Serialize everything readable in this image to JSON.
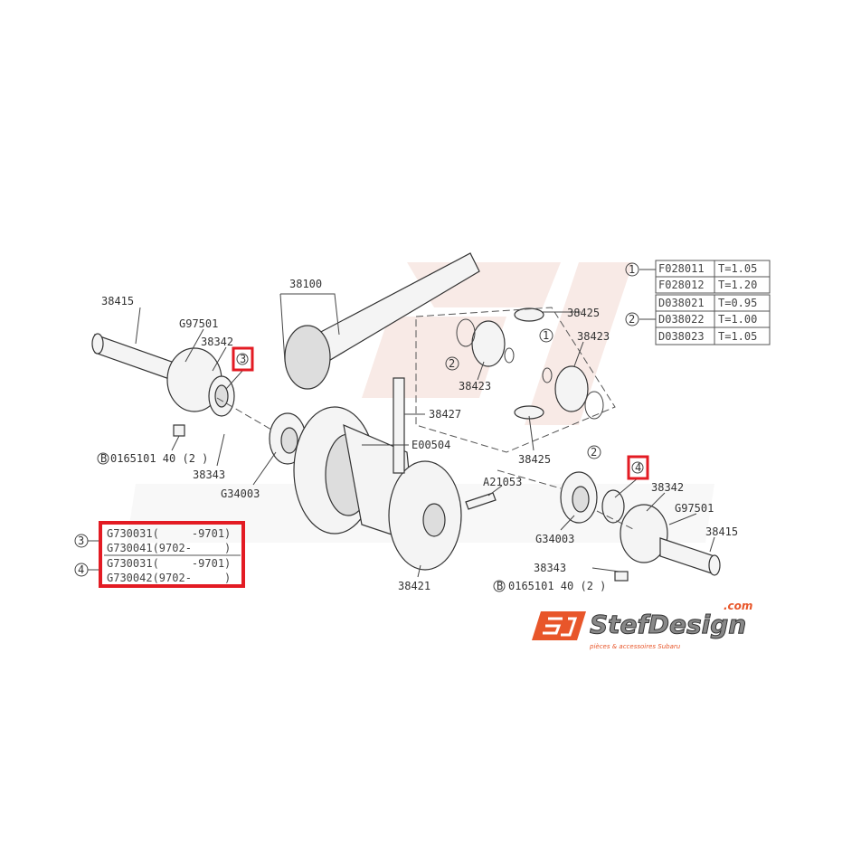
{
  "labels": {
    "p38415_left": "38415",
    "g97501_left": "G97501",
    "p38342_left": "38342",
    "ref3": "3",
    "bolt_left": "0165101 40 (2 )",
    "p38343_left": "38343",
    "g34003_left": "G34003",
    "p38100": "38100",
    "p38425_top": "38425",
    "p38423_right": "38423",
    "p38423_left": "38423",
    "p38427": "38427",
    "e00504": "E00504",
    "p38425_bottom": "38425",
    "a21053": "A21053",
    "ref4": "4",
    "p38342_right": "38342",
    "g97501_right": "G97501",
    "p38415_right": "38415",
    "g34003_right": "G34003",
    "p38343_right": "38343",
    "bolt_right": "0165101 40 (2 )",
    "p38421": "38421",
    "circle1": "1",
    "circle2": "2",
    "circleB": "B"
  },
  "shim_table_1": {
    "ref": "1",
    "rows": [
      {
        "part": "F028011",
        "t": "T=1.05"
      },
      {
        "part": "F028012",
        "t": "T=1.20"
      }
    ]
  },
  "shim_table_2": {
    "ref": "2",
    "rows": [
      {
        "part": "D038021",
        "t": "T=0.95"
      },
      {
        "part": "D038022",
        "t": "T=1.00"
      },
      {
        "part": "D038023",
        "t": "T=1.05"
      }
    ]
  },
  "bearing_table": {
    "groups": [
      {
        "ref": "3",
        "rows": [
          "G730031(     -9701)",
          "G730041(9702-     )"
        ]
      },
      {
        "ref": "4",
        "rows": [
          "G730031(     -9701)",
          "G730042(9702-     )"
        ]
      }
    ]
  },
  "logo": {
    "text": "StefDesign",
    "suffix": ".com",
    "tagline": "pièces & accessoires Subaru"
  },
  "colors": {
    "highlight": "#e31b23",
    "logo_orange": "#e8562a",
    "watermark": "#f3dcd6"
  }
}
